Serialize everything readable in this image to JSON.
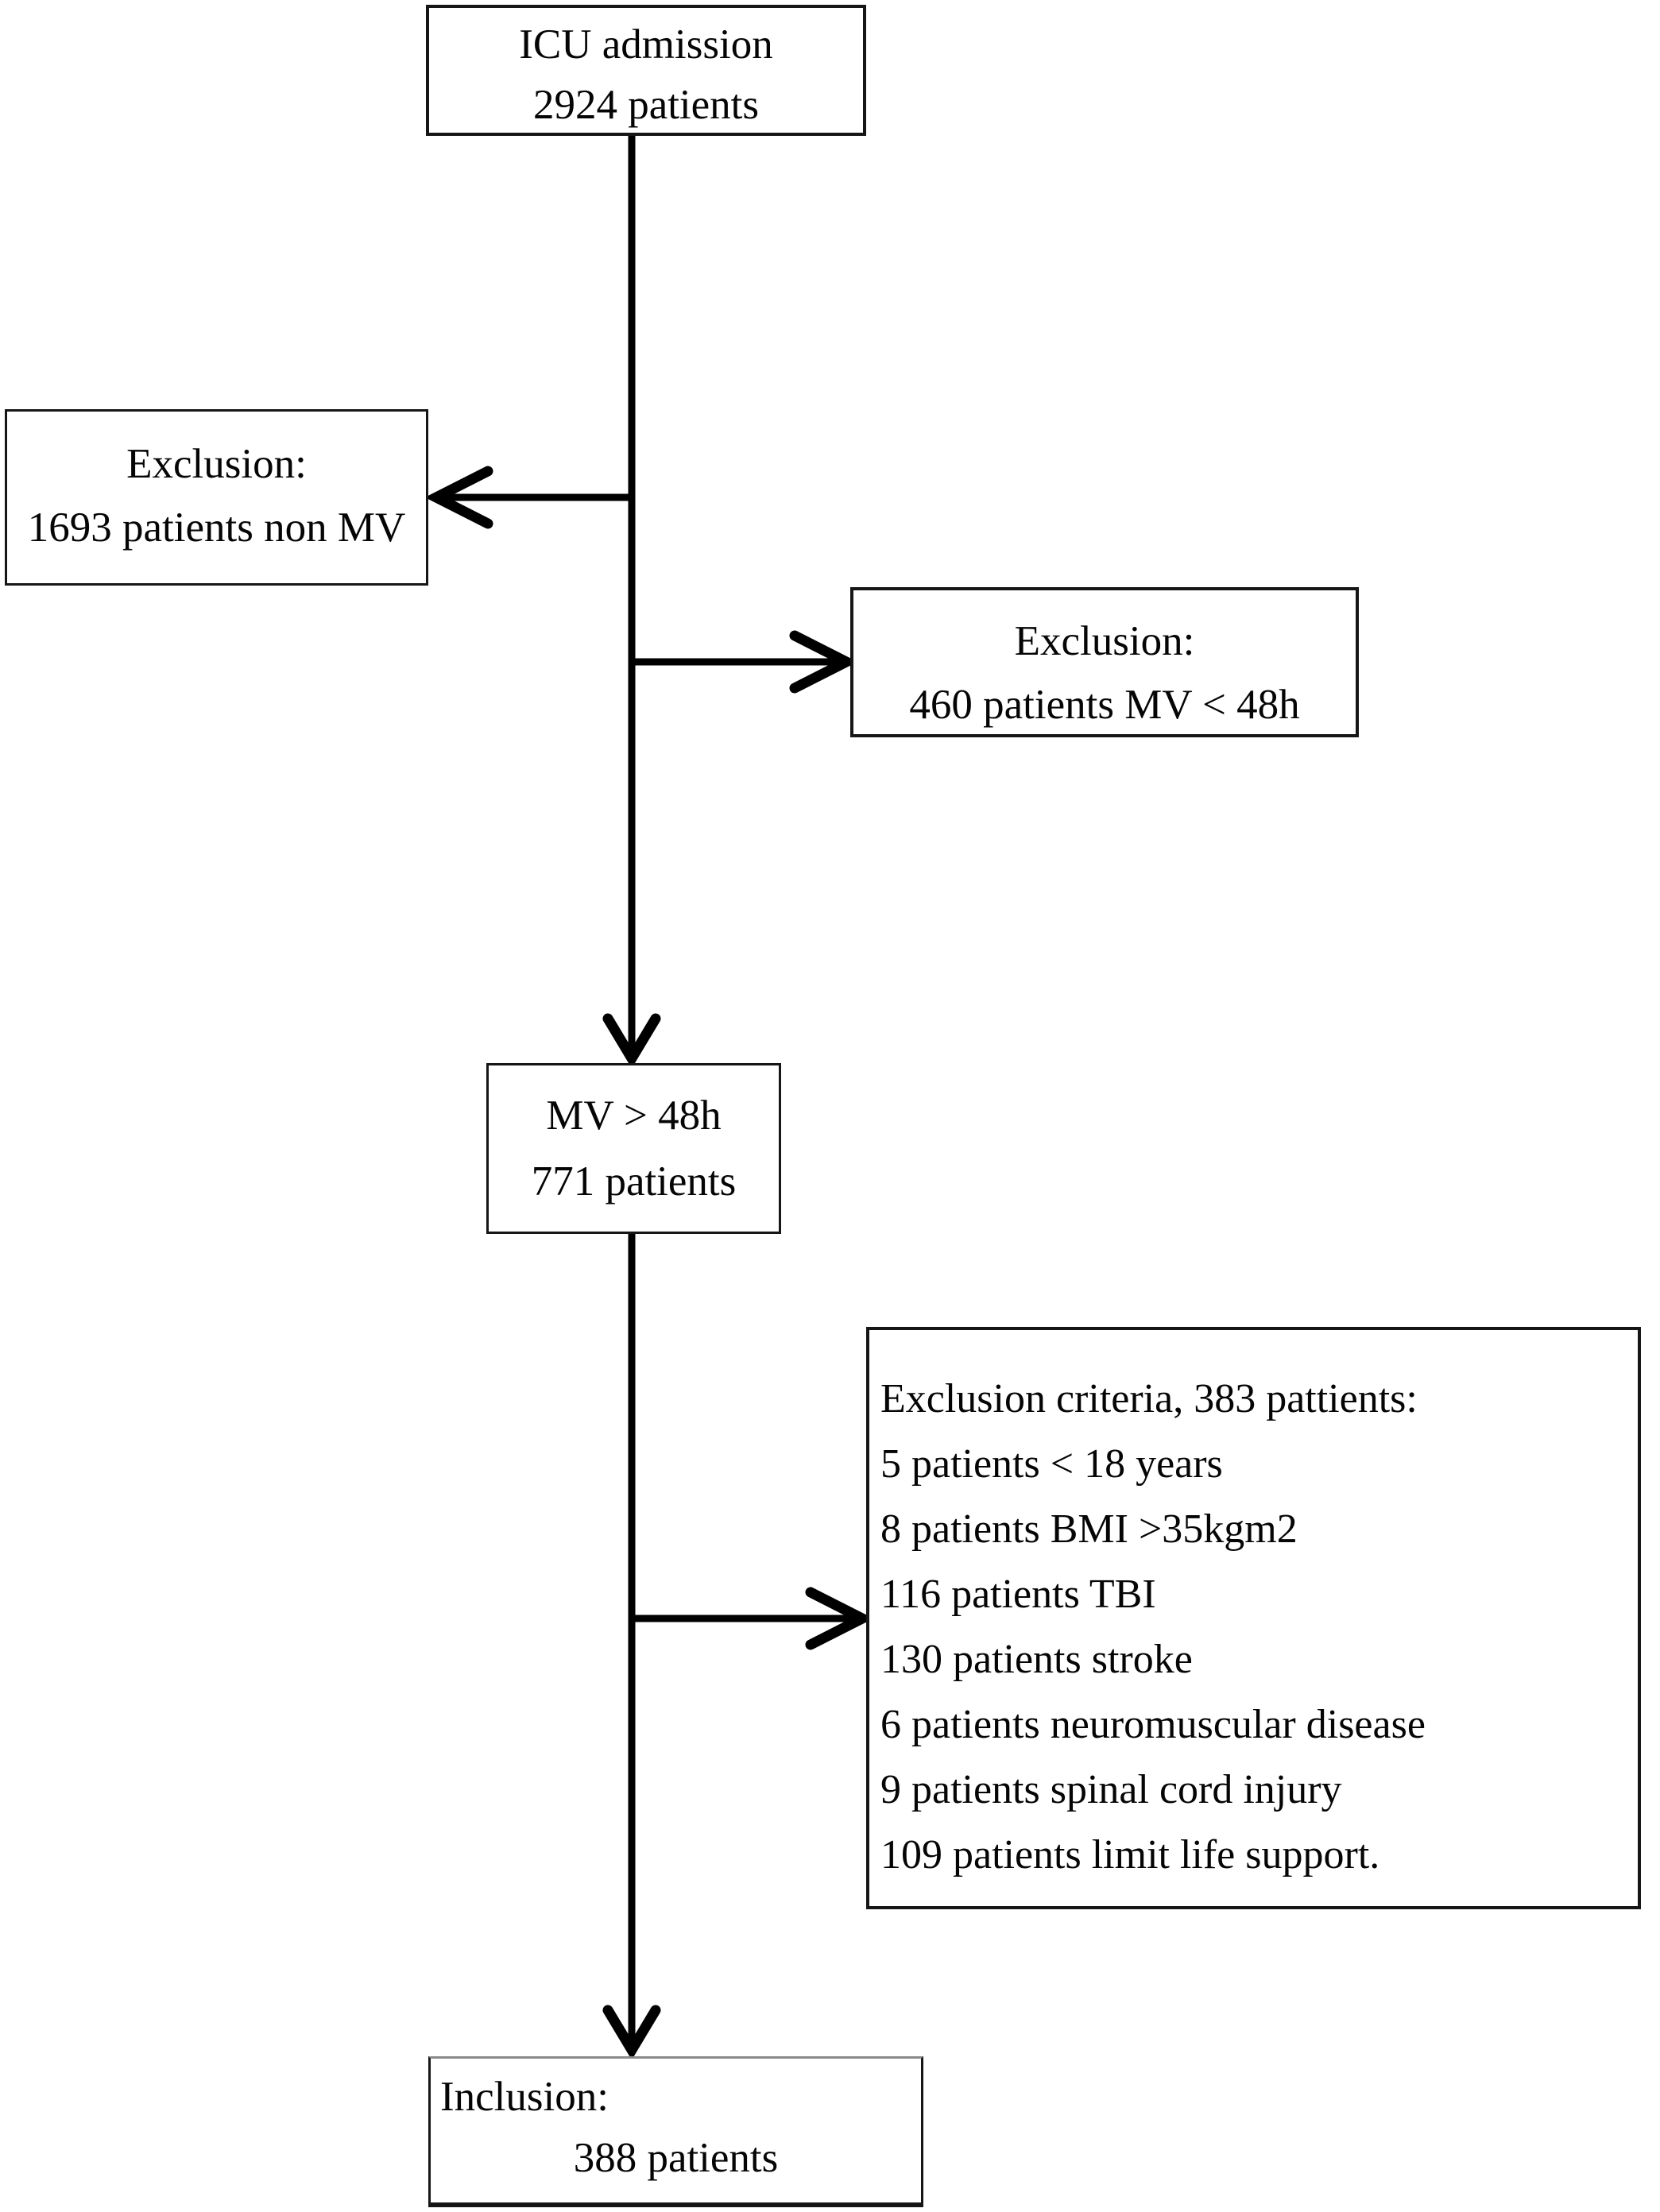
{
  "figure": {
    "kind": "patient-flow-diagram",
    "background_color": "#ffffff",
    "line_color": "#000000",
    "text_color": "#050505"
  },
  "nodes": {
    "icu_admission": {
      "line1": "ICU admission",
      "line2": "2924 patients"
    },
    "exclusion_non_mv": {
      "line1": "Exclusion:",
      "line2": "1693 patients non MV"
    },
    "exclusion_mv_under_48h": {
      "line1": "Exclusion:",
      "line2": "460 patients MV < 48h"
    },
    "mv_over_48h": {
      "line1": "MV > 48h",
      "line2": "771 patients"
    },
    "exclusion_criteria": {
      "lines": [
        "Exclusion criteria, 383 pattients:",
        "5 patients < 18 years",
        "8 patients BMI >35kgm2",
        "116 patients TBI",
        "130 patients stroke",
        "6 patients neuromuscular disease",
        "9 patients spinal cord injury",
        "109 patients limit life support."
      ]
    },
    "inclusion": {
      "line1": "Inclusion:",
      "line2": "388 patients"
    }
  }
}
